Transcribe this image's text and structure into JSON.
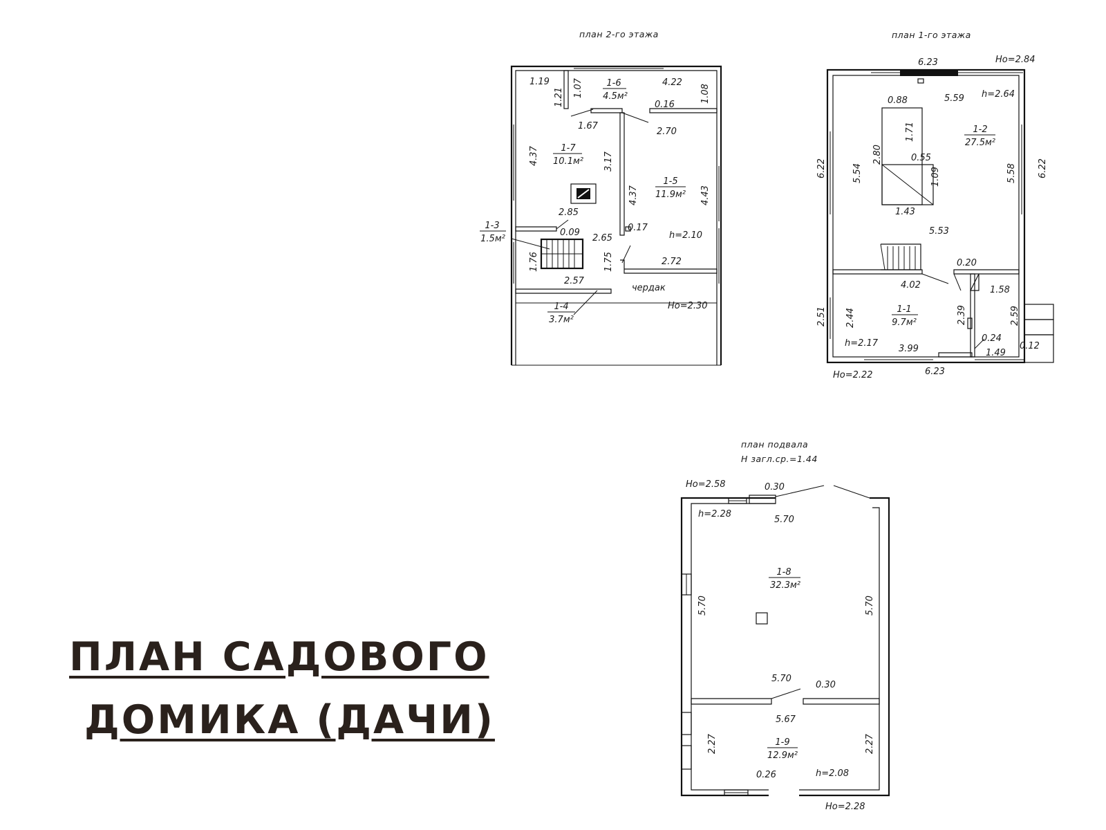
{
  "title": {
    "line1": "ПЛАН САДОВОГО",
    "line2": "ДОМИКА (ДАЧИ)"
  },
  "floor2": {
    "heading": "план 2-го этажа",
    "rooms": {
      "r16": {
        "id": "1-6",
        "area": "4.5м²"
      },
      "r17": {
        "id": "1-7",
        "area": "10.1м²"
      },
      "r15": {
        "id": "1-5",
        "area": "11.9м²"
      },
      "r13": {
        "id": "1-3",
        "area": "1.5м²"
      },
      "r14": {
        "id": "1-4",
        "area": "3.7м²"
      }
    },
    "dims": [
      "1.19",
      "1.21",
      "1.07",
      "4.22",
      "1.08",
      "0.16",
      "1.67",
      "2.70",
      "4.37",
      "3.17",
      "4.37",
      "4.43",
      "2.85",
      "0.09",
      "2.65",
      "0.17",
      "h=2.10",
      "1.76",
      "1.75",
      "2.57",
      "2.72",
      "Но=2.30"
    ],
    "attic_label": "чердак"
  },
  "floor1": {
    "heading": "план 1-го этажа",
    "rooms": {
      "r12": {
        "id": "1-2",
        "area": "27.5м²"
      },
      "r11": {
        "id": "1-1",
        "area": "9.7м²"
      }
    },
    "dims": [
      "6.23",
      "Но=2.84",
      "5.59",
      "h=2.64",
      "0.88",
      "1.71",
      "2.80",
      "0.55",
      "1.09",
      "5.54",
      "5.58",
      "6.22",
      "6.22",
      "1.43",
      "5.53",
      "0.20",
      "4.02",
      "1.58",
      "2.51",
      "2.44",
      "2.39",
      "2.59",
      "0.24",
      "h=2.17",
      "3.99",
      "1.49",
      "0.12",
      "Но=2.22",
      "6.23"
    ]
  },
  "basement": {
    "heading": "план подвала",
    "subheading": "Н загл.ср.=1.44",
    "rooms": {
      "r18": {
        "id": "1-8",
        "area": "32.3м²"
      },
      "r19": {
        "id": "1-9",
        "area": "12.9м²"
      }
    },
    "dims": [
      "Но=2.58",
      "0.30",
      "h=2.28",
      "5.70",
      "5.70",
      "5.70",
      "5.70",
      "0.30",
      "5.67",
      "2.27",
      "2.27",
      "0.26",
      "h=2.08",
      "Но=2.28"
    ]
  }
}
